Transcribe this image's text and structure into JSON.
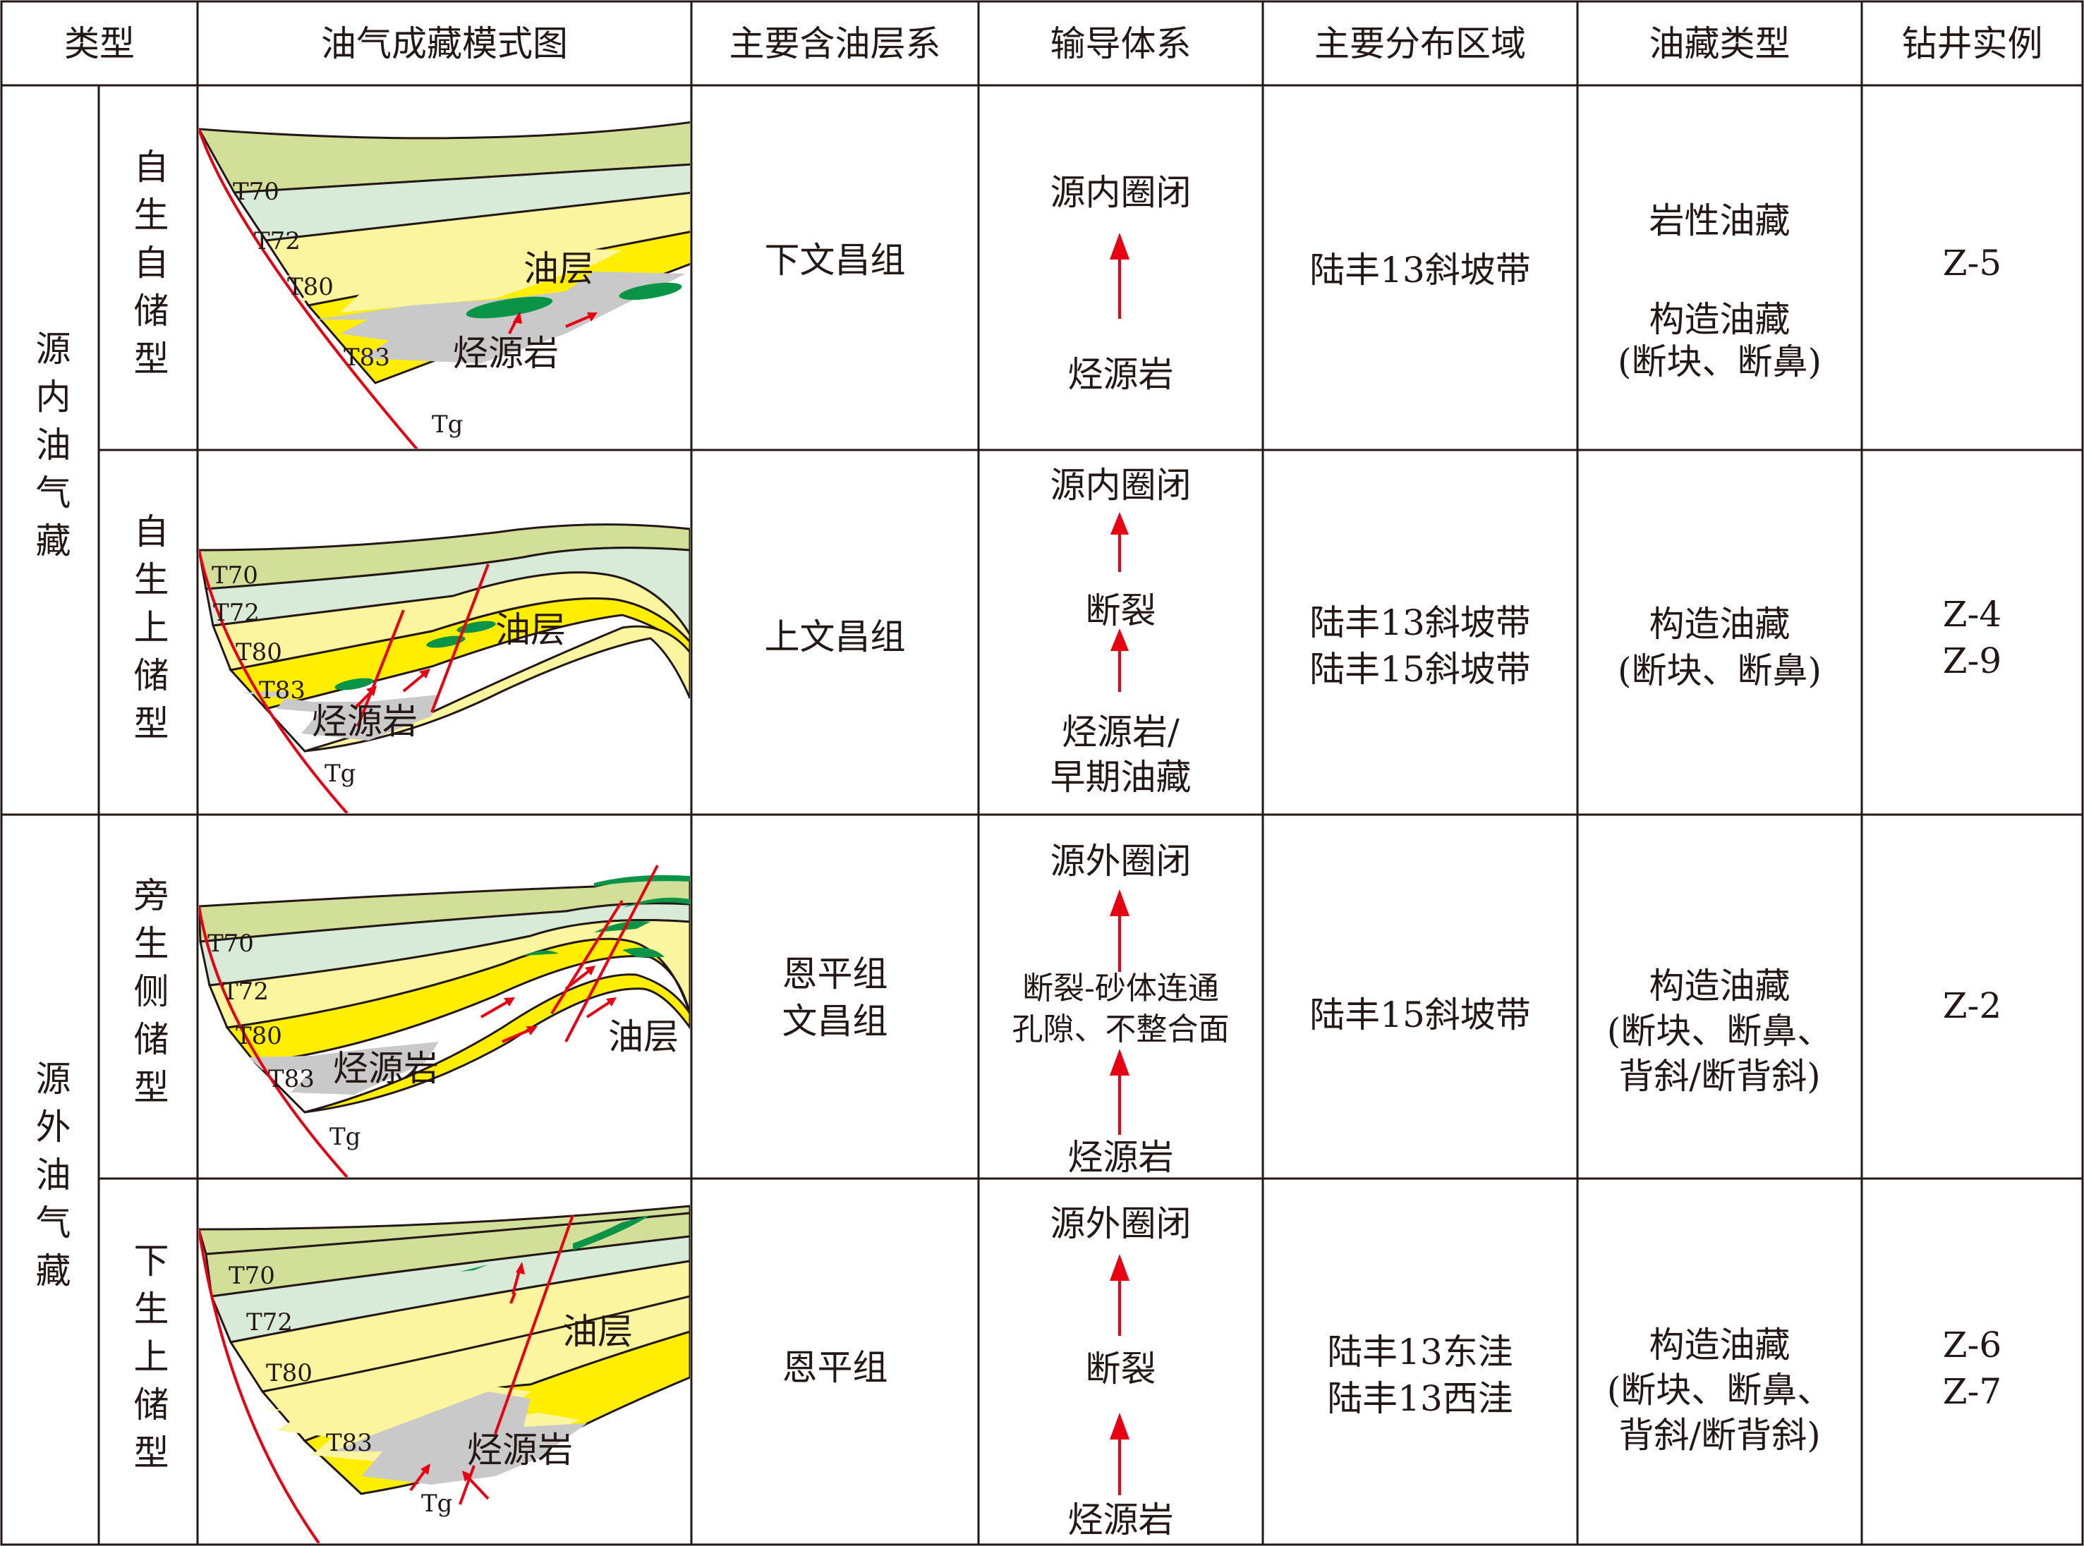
{
  "table": {
    "headers": {
      "type": "类型",
      "model": "油气成藏模式图",
      "strata": "主要含油层系",
      "pathway": "输导体系",
      "area": "主要分布区域",
      "reservoir": "油藏类型",
      "wells": "钻井实例"
    },
    "groups": [
      {
        "label": "源内油气藏"
      },
      {
        "label": "源外油气藏"
      }
    ],
    "rows": [
      {
        "subtype": "自生自储型",
        "strata": [
          "下文昌组"
        ],
        "pathway": {
          "top": "源内圈闭",
          "middle": [],
          "bottom": [
            "烃源岩"
          ]
        },
        "area": [
          "陆丰13斜坡带"
        ],
        "reservoir": [
          "岩性油藏",
          "",
          "构造油藏",
          "(断块、断鼻)"
        ],
        "wells": [
          "Z-5"
        ]
      },
      {
        "subtype": "自生上储型",
        "strata": [
          "上文昌组"
        ],
        "pathway": {
          "top": "源内圈闭",
          "middle": [
            "断裂"
          ],
          "bottom": [
            "烃源岩/",
            "早期油藏"
          ]
        },
        "area": [
          "陆丰13斜坡带",
          "陆丰15斜坡带"
        ],
        "reservoir": [
          "构造油藏",
          "(断块、断鼻)"
        ],
        "wells": [
          "Z-4",
          "Z-9"
        ]
      },
      {
        "subtype": "旁生侧储型",
        "strata": [
          "恩平组",
          "文昌组"
        ],
        "pathway": {
          "top": "源外圈闭",
          "middle": [
            "断裂-砂体连通",
            "孔隙、不整合面"
          ],
          "bottom": [
            "烃源岩"
          ]
        },
        "area": [
          "陆丰15斜坡带"
        ],
        "reservoir": [
          "构造油藏",
          "(断块、断鼻、",
          "背斜/断背斜)"
        ],
        "wells": [
          "Z-2"
        ]
      },
      {
        "subtype": "下生上储型",
        "strata": [
          "恩平组"
        ],
        "pathway": {
          "top": "源外圈闭",
          "middle": [
            "断裂"
          ],
          "bottom": [
            "烃源岩"
          ]
        },
        "area": [
          "陆丰13东洼",
          "陆丰13西洼"
        ],
        "reservoir": [
          "构造油藏",
          "(断块、断鼻、",
          "背斜/断背斜)"
        ],
        "wells": [
          "Z-6",
          "Z-7"
        ]
      }
    ]
  },
  "diagram_labels": {
    "t70": "T70",
    "t72": "T72",
    "t80": "T80",
    "t83": "T83",
    "tg": "Tg",
    "oil_layer": "油层",
    "source_rock": "烃源岩"
  },
  "colors": {
    "layer_t70": "#d2df99",
    "layer_t72": "#d8ead8",
    "layer_t80": "#fbf5a0",
    "sand": "#ffee00",
    "source_rock": "#c9c9c9",
    "oil": "#0a9447",
    "fault_arrow": "#e60012",
    "border": "#231815"
  }
}
